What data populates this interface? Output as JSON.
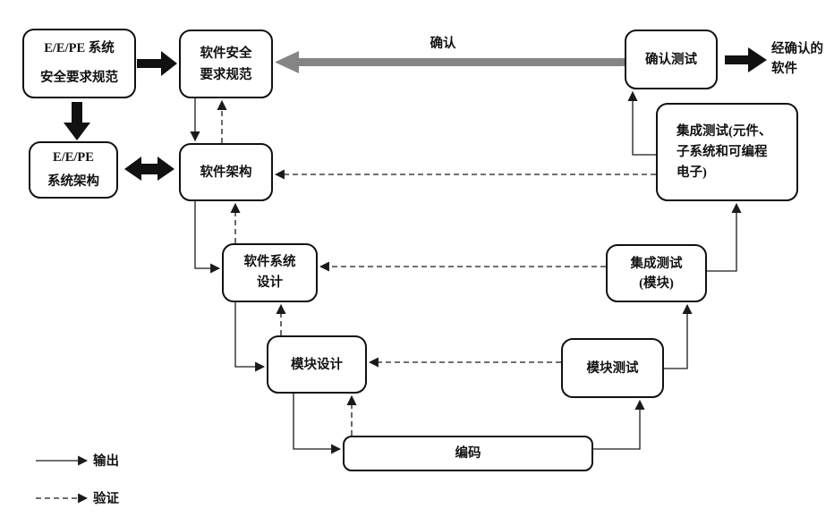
{
  "figure": {
    "title": "software-safety-lifecycle-v-model",
    "boxes": [
      {
        "id": "eepe-system-safety-requirements",
        "label": "E/E/PE 系统\n安全要求规范"
      },
      {
        "id": "software-safety-requirements",
        "label": "软件安全\n要求规范"
      },
      {
        "id": "eepe-system-architecture",
        "label": "E/E/PE\n系统架构"
      },
      {
        "id": "software-architecture",
        "label": "软件架构"
      },
      {
        "id": "validation-testing",
        "label": "确认测试"
      },
      {
        "id": "integration-testing-pe",
        "label": "集成测试(元件、\n子系统和可编程\n电子)"
      },
      {
        "id": "integration-testing-module",
        "label": "集成测试\n(模块)"
      },
      {
        "id": "software-system-design",
        "label": "软件系统\n设计"
      },
      {
        "id": "module-design",
        "label": "模块设计"
      },
      {
        "id": "module-testing",
        "label": "模块测试"
      },
      {
        "id": "coding",
        "label": "编码"
      }
    ],
    "annotations": {
      "validation_arrow_label": "确认",
      "validated_software": "经确认的\n软件"
    },
    "legend": {
      "output": "输出",
      "verification": "验证"
    },
    "colors": {
      "line": "#1a1a1a",
      "gray_arrow": "#858585",
      "background": "#ffffff"
    }
  }
}
